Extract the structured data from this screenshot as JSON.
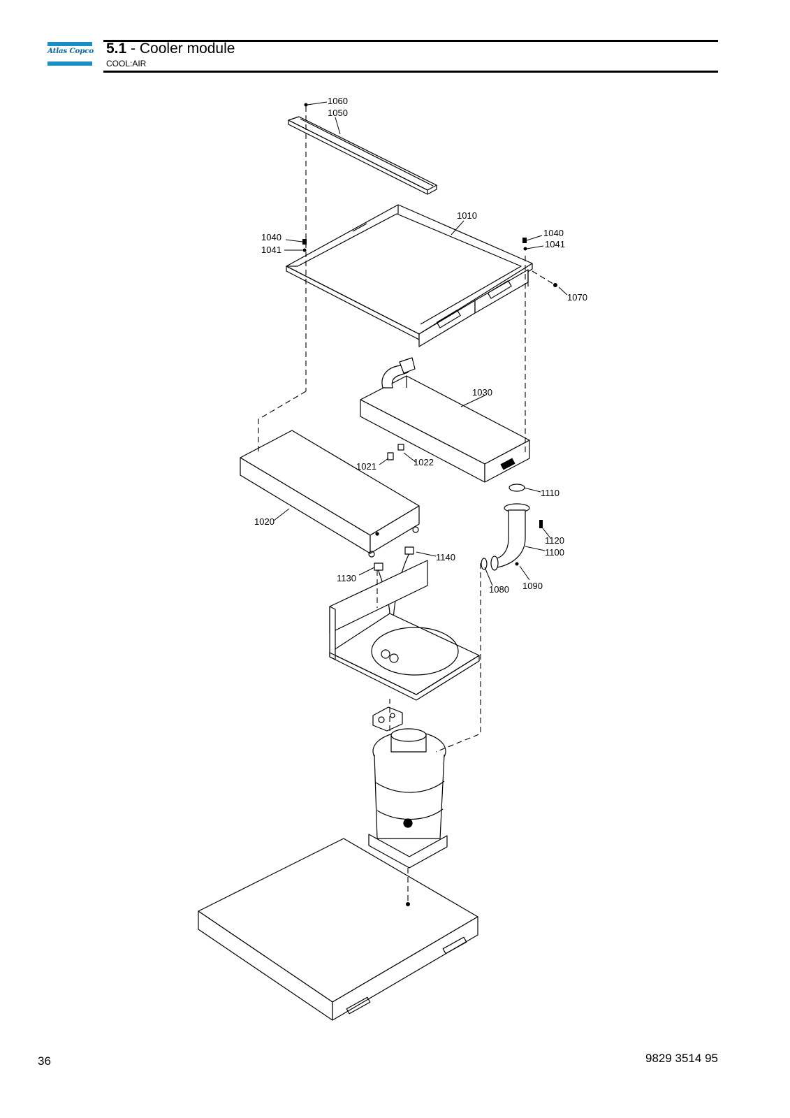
{
  "header": {
    "brand": "Atlas Copco",
    "section_number": "5.1",
    "section_title": "- Cooler module",
    "subtitle": "COOL:AIR"
  },
  "callouts": {
    "c1060": "1060",
    "c1050": "1050",
    "c1010": "1010",
    "c1040_left": "1040",
    "c1041_left": "1041",
    "c1040_right": "1040",
    "c1041_right": "1041",
    "c1070": "1070",
    "c1030": "1030",
    "c1021": "1021",
    "c1022": "1022",
    "c1020": "1020",
    "c1110": "1110",
    "c1120": "1120",
    "c1100": "1100",
    "c1140": "1140",
    "c1130": "1130",
    "c1080": "1080",
    "c1090": "1090"
  },
  "footer": {
    "page_number": "36",
    "document_number": "9829 3514 95"
  }
}
